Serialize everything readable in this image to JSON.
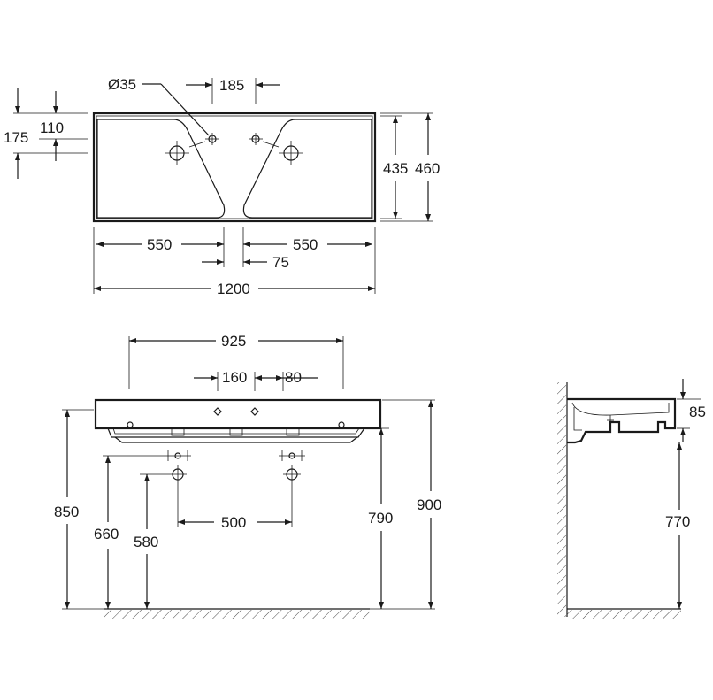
{
  "top_view": {
    "hole_diameter": "Ø35",
    "tap_spacing": "185",
    "edge_to_hole_outer": "175",
    "edge_to_hole_inner": "110",
    "bowl_depth": "435",
    "overall_depth": "460",
    "bowl_width_left": "550",
    "bowl_width_right": "550",
    "center_gap": "75",
    "overall_width": "1200"
  },
  "front_view": {
    "mounting_width": "925",
    "fixing_spacing": "160",
    "fixing_offset": "80",
    "waste_spacing": "500",
    "rim_height": "850",
    "supply_height": "660",
    "waste_height": "580",
    "underside_height": "790",
    "top_height": "900"
  },
  "side_view": {
    "basin_thickness": "85",
    "underside_height": "770"
  }
}
